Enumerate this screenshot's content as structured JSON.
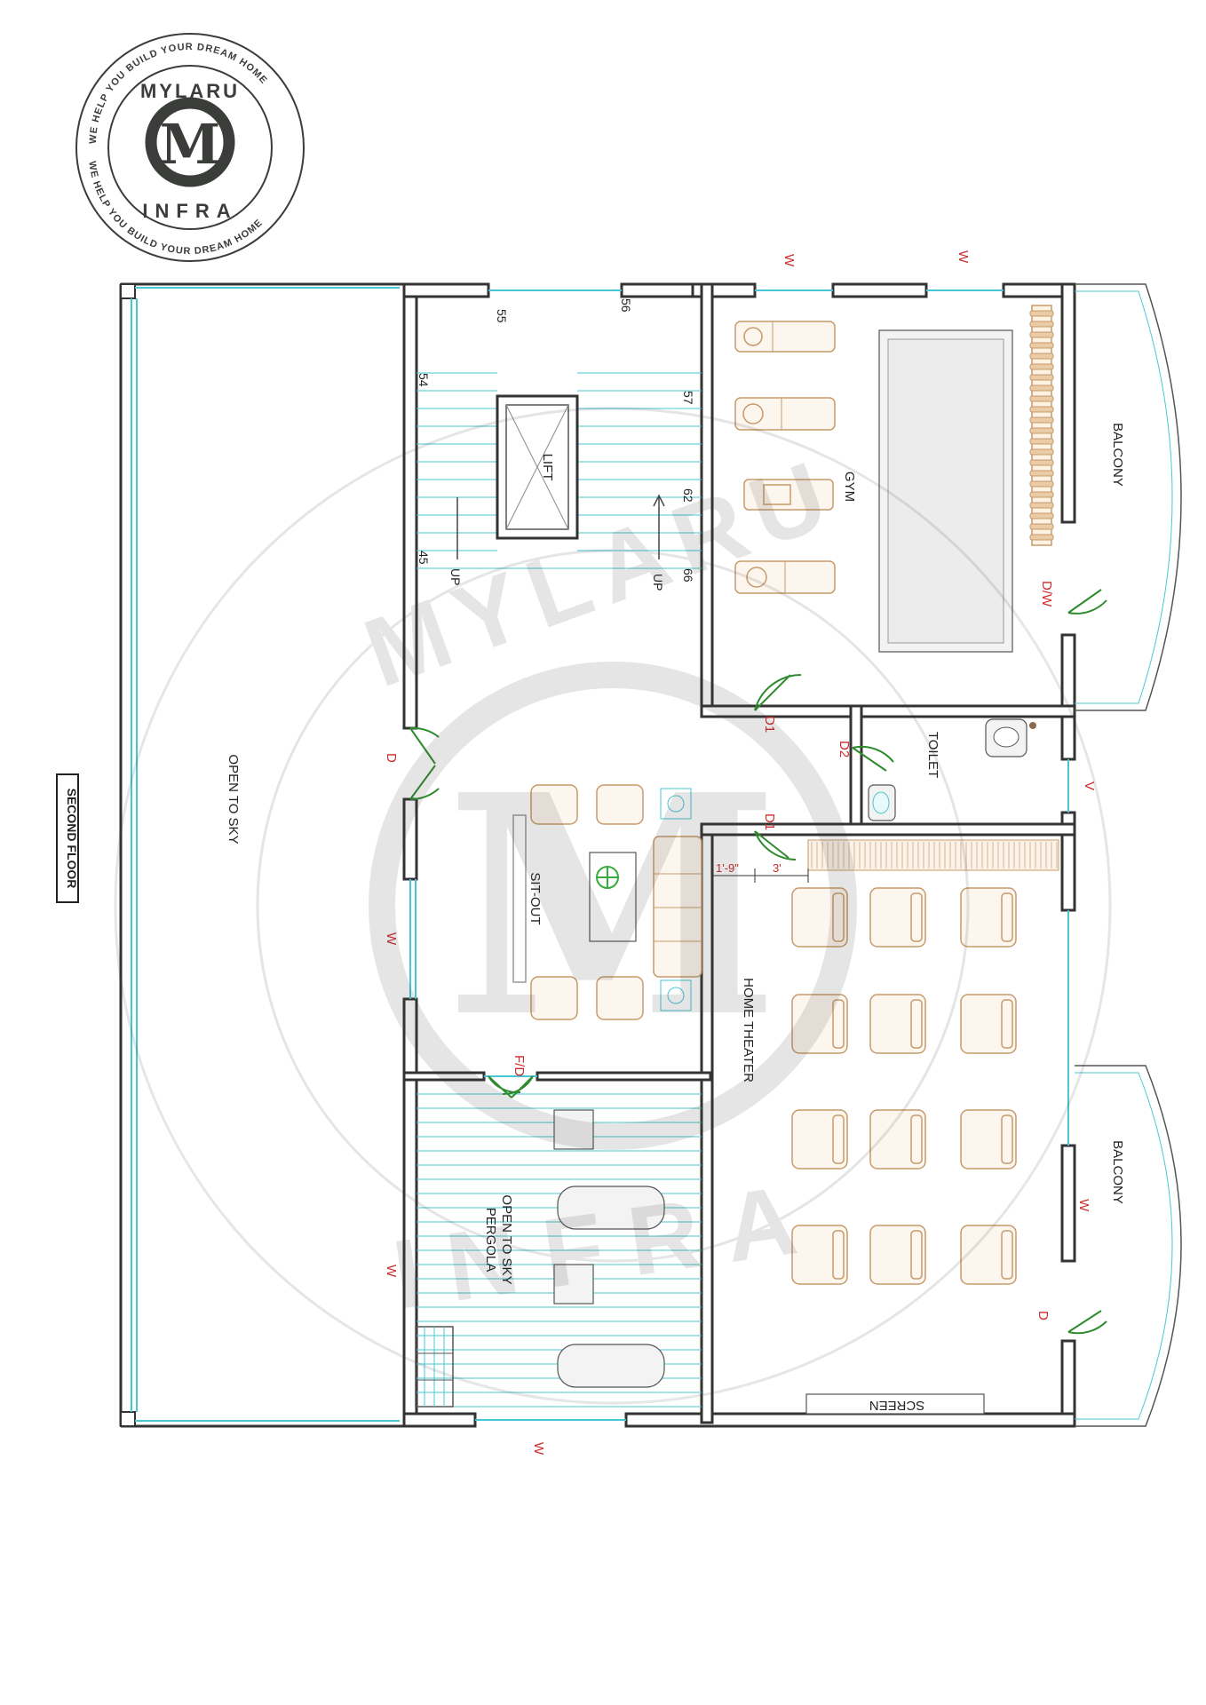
{
  "logo": {
    "brand": "MYLARU",
    "sub": "INFRA",
    "monogram": "M",
    "ring_text": "WE HELP YOU BUILD YOUR DREAM HOME"
  },
  "plan": {
    "floor_label": "SECOND FLOOR",
    "rooms": {
      "open_to_sky": "OPEN TO SKY",
      "lift": "LIFT",
      "gym": "GYM",
      "balcony_top": "BALCONY",
      "toilet": "TOILET",
      "sit_out": "SIT-OUT",
      "home_theater": "HOME THEATER",
      "balcony_bottom": "BALCONY",
      "pergola_line1": "OPEN TO SKY",
      "pergola_line2": "PERGOLA",
      "screen": "SCREEN"
    },
    "stair_numbers": {
      "n55": "55",
      "n56": "56",
      "n54": "54",
      "n57": "57",
      "n62": "62",
      "n45": "45",
      "n66": "66"
    },
    "stair_up_left": "UP",
    "stair_up_right": "UP",
    "openings": {
      "w": "W",
      "v": "V",
      "d": "D",
      "d1": "D1",
      "d2": "D2",
      "dw": "D/W",
      "fd": "F/D"
    },
    "dimensions": {
      "left": "1'-9\"",
      "right": "3'"
    },
    "colors": {
      "wall": "#333333",
      "window": "#47c7d6",
      "label_red": "#cc2b2b",
      "door": "#2e8b2e",
      "furniture": "#c79a6a"
    }
  }
}
